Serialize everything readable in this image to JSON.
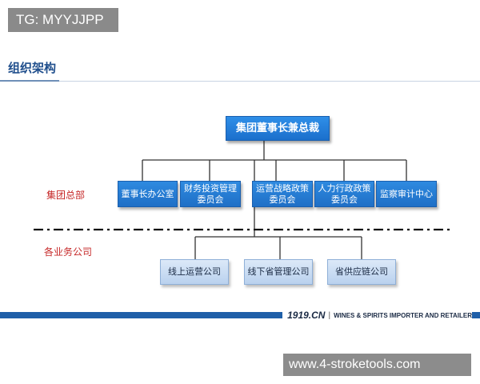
{
  "badge": {
    "text": "TG: MYYJJPP"
  },
  "section": {
    "title": "组织架构"
  },
  "org": {
    "top": "集团董事长兼总裁",
    "groups": {
      "hq_label": "集团总部",
      "sub_label": "各业务公司"
    },
    "departments": [
      {
        "line1": "董事长办公室",
        "line2": ""
      },
      {
        "line1": "财务投资管理",
        "line2": "委员会"
      },
      {
        "line1": "运营战略政策",
        "line2": "委员会"
      },
      {
        "line1": "人力行政政策",
        "line2": "委员会"
      },
      {
        "line1": "监察审计中心",
        "line2": ""
      }
    ],
    "companies": [
      {
        "label": "线上运营公司"
      },
      {
        "label": "线下省管理公司"
      },
      {
        "label": "省供应链公司"
      }
    ]
  },
  "brand": {
    "logo": "1919.CN",
    "separator": "|",
    "tagline": "WINES & SPIRITS IMPORTER AND RETAILER"
  },
  "watermark": {
    "text": "www.4-stroketools.com"
  },
  "colors": {
    "primary_box": "#1f6fc6",
    "secondary_box": "#c6dbf2",
    "group_label": "#c62828",
    "band": "#1f5fa8"
  }
}
